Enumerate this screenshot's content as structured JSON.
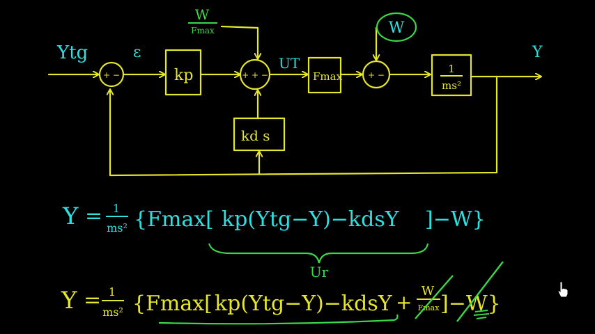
{
  "diagram": {
    "input_label": "Ytg",
    "error_label": "ε",
    "kp_block": "kp",
    "kds_block": "kd s",
    "fmax_block": "Fmax",
    "plant_num": "1",
    "plant_den": "ms²",
    "output_label": "Y",
    "ut_label": "UT",
    "w_top_num": "W",
    "w_top_den": "Fmax",
    "w_circled": "W",
    "sum1_signs": "+ −",
    "sum2_signs": "+ + −",
    "sum3_signs": "+ −"
  },
  "equation1": {
    "lhs": "Y",
    "eq": "=",
    "frac_num": "1",
    "frac_den": "ms²",
    "body_a": "{Fmax[",
    "body_b": "kp(Ytg−Y)−kdsY",
    "body_c": "]−W}",
    "brace_label": "Ur"
  },
  "equation2": {
    "lhs": "Y",
    "eq": "=",
    "frac_num": "1",
    "frac_den": "ms²",
    "body_a": "{Fmax[",
    "body_b": "kp(Ytg−Y)−kdsY",
    "plus": "+",
    "w_num": "W",
    "w_den": "Fmax",
    "body_c": "]−W}"
  },
  "colors": {
    "yellow": "#e6e62a",
    "cyan": "#2ee0e0",
    "green": "#3bd84a",
    "background": "#000000"
  },
  "cursor": "hand-pointer-icon"
}
